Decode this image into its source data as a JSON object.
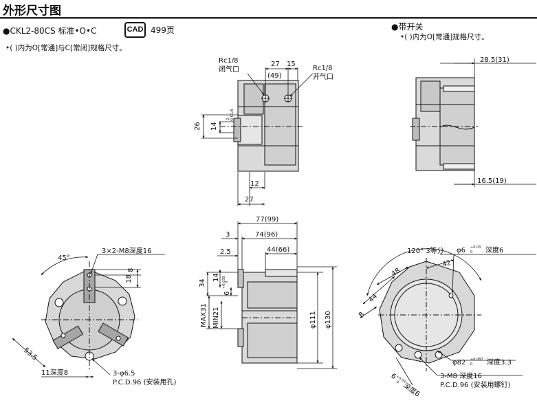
{
  "title": "外形尺寸图",
  "header": {
    "model": "●CKL2-80CS 标准•O•C",
    "cad_icon": "CAD",
    "page_ref": "499页",
    "note": "•(  )内为O[常通]与C[常闭]规格尺寸。"
  },
  "switch_section": {
    "title": "●带开关",
    "note": "•(  )内为O[常通]规格尺寸。",
    "dims": [
      "28.5(31)",
      "16.5(19)"
    ]
  },
  "side_view": {
    "port_left": "Rc1/8",
    "port_left_name": "闭气口",
    "port_right": "Rc1/8",
    "port_right_name": "开气口",
    "dims": [
      "27",
      "15",
      "(49)",
      "26",
      "14",
      "12",
      "27"
    ],
    "tol_upper": "0",
    "tol_lower": "-0.018"
  },
  "front_view": {
    "dims": [
      "77(99)",
      "74(96)",
      "3",
      "44(66)",
      "2.5",
      "34",
      "14",
      "6",
      "MAX31",
      "MIN21",
      "φ111",
      "φ130"
    ],
    "tol_upper": "+0.030",
    "tol_lower": "0"
  },
  "left_view": {
    "angle": "45°",
    "thread": "3×2-M8深度16",
    "dims": [
      "18",
      "8",
      "53.5",
      "11深度8"
    ],
    "holes": "3-φ6.5",
    "pcd": "P.C.D.96 (安装用孔)"
  },
  "right_view": {
    "angle": "120° 3等分",
    "pin": "φ6",
    "pin_tol_upper": "+0.03",
    "pin_tol_lower": "0",
    "pin_depth": "深度6",
    "dims": [
      "42",
      "48",
      "44",
      "8"
    ],
    "center_bore": "φ82",
    "bore_tol_upper": "+0.087",
    "bore_tol_lower": "0",
    "bore_depth": "深度3.3",
    "thread": "3-M8 深度16",
    "pcd": "P.C.D.96 (安装用螺钉)",
    "slot": "6",
    "slot_tol_upper": "+0.03",
    "slot_tol_lower": "0",
    "slot_depth": "深度6"
  }
}
